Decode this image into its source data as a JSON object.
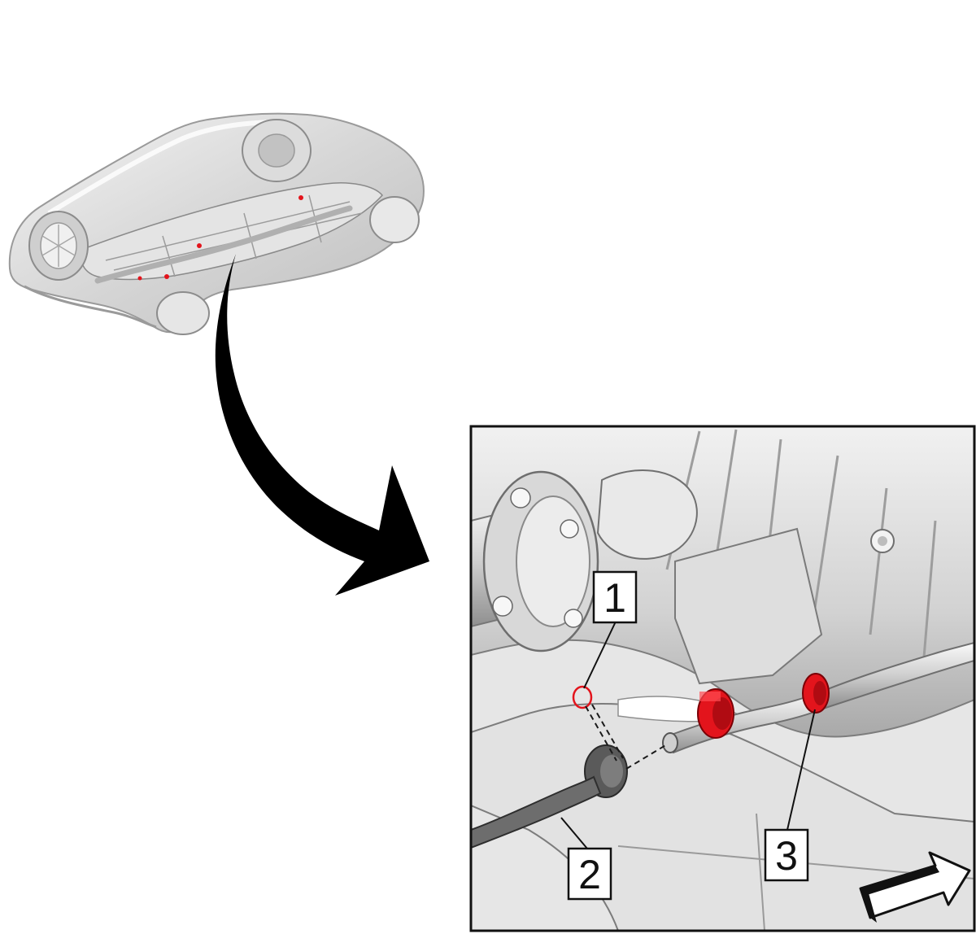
{
  "callouts": [
    {
      "number": "1"
    },
    {
      "number": "2"
    },
    {
      "number": "3"
    }
  ],
  "colors": {
    "highlight": "#e3141c",
    "outline": "#111111",
    "body": "#d9d9d9",
    "body_light": "#ececec",
    "body_dark": "#a6a6a6",
    "background": "#ffffff"
  },
  "icons": {
    "view_arrow": "direction-arrow-icon",
    "zoom_arrow": "curved-arrow-icon"
  }
}
